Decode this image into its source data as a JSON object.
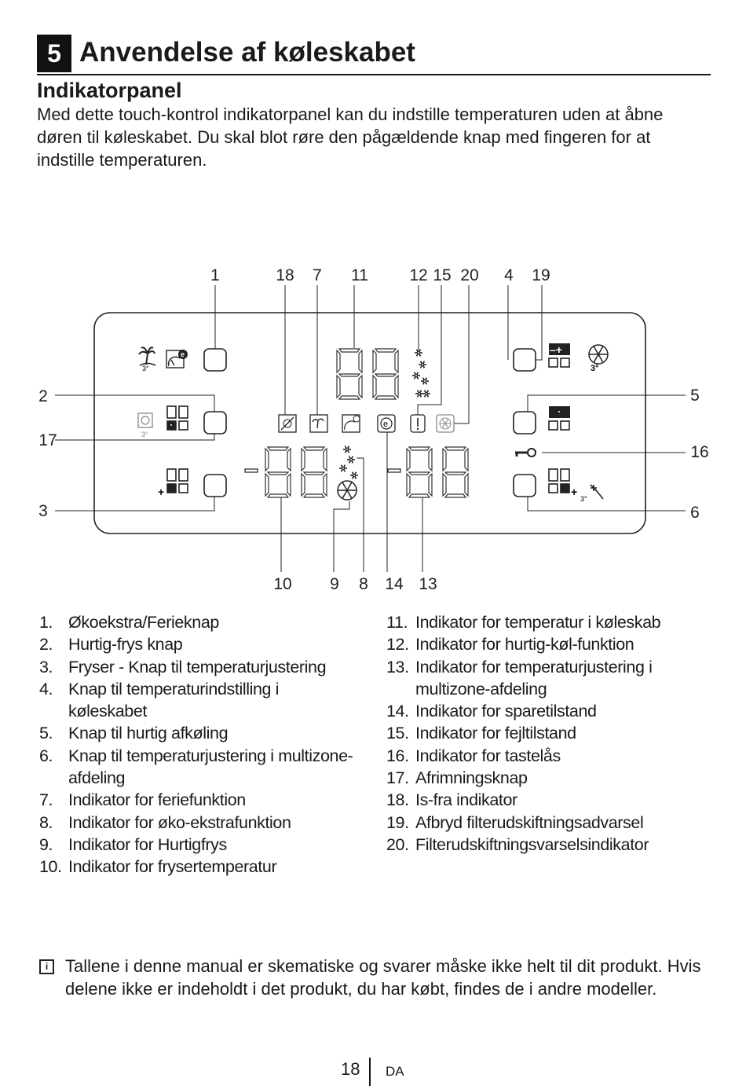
{
  "section": {
    "number": "5",
    "title": "Anvendelse af køleskabet"
  },
  "subtitle": "Indikatorpanel",
  "intro": "Med dette touch-kontrol indikatorpanel kan du indstille temperaturen uden at åbne døren til køleskabet. Du skal blot røre den pågældende knap med fingeren for at indstille temperaturen.",
  "diagram": {
    "callouts_top": [
      "1",
      "18",
      "7",
      "11",
      "12",
      "15",
      "20",
      "4",
      "19"
    ],
    "callouts_left": [
      "2",
      "17",
      "3"
    ],
    "callouts_right": [
      "5",
      "16",
      "6"
    ],
    "callouts_bottom": [
      "10",
      "9",
      "8",
      "14",
      "13"
    ],
    "icon_labels": {
      "temp_3": "3°",
      "plus": "+",
      "minus_plus": "–+"
    }
  },
  "list_left": [
    {
      "n": "1.",
      "text": "Økoekstra/Ferieknap"
    },
    {
      "n": "2.",
      "text": "Hurtig-frys knap"
    },
    {
      "n": "3.",
      "text": "Fryser - Knap til temperaturjustering"
    },
    {
      "n": "4.",
      "text": "Knap til temperaturindstilling i køleskabet"
    },
    {
      "n": "5.",
      "text": "Knap til hurtig afkøling"
    },
    {
      "n": "6.",
      "text": "Knap til temperaturjustering i multizone-afdeling"
    },
    {
      "n": "7.",
      "text": "Indikator for feriefunktion"
    },
    {
      "n": "8.",
      "text": "Indikator for øko-ekstrafunktion"
    },
    {
      "n": "9.",
      "text": "Indikator for Hurtigfrys"
    },
    {
      "n": "10.",
      "text": "Indikator for frysertemperatur"
    }
  ],
  "list_right": [
    {
      "n": "11.",
      "text": "Indikator for temperatur i køleskab"
    },
    {
      "n": "12.",
      "text": "Indikator for hurtig-køl-funktion"
    },
    {
      "n": "13.",
      "text": "Indikator for temperaturjustering i multizone-afdeling"
    },
    {
      "n": "14.",
      "text": "Indikator for sparetilstand"
    },
    {
      "n": "15.",
      "text": "Indikator for fejltilstand"
    },
    {
      "n": "16.",
      "text": "Indikator for tastelås"
    },
    {
      "n": "17.",
      "text": "Afrimningsknap"
    },
    {
      "n": "18.",
      "text": "Is-fra indikator"
    },
    {
      "n": "19.",
      "text": "Afbryd filterudskiftningsadvarsel"
    },
    {
      "n": "20.",
      "text": "Filterudskiftningsvarselsindikator"
    }
  ],
  "note": {
    "icon": "info-icon",
    "icon_glyph": "i",
    "text": "Tallene i denne manual er skematiske og svarer måske ikke helt til dit produkt. Hvis delene ikke er indeholdt i det produkt, du har købt, findes de i andre modeller."
  },
  "footer": {
    "page": "18",
    "lang": "DA"
  }
}
